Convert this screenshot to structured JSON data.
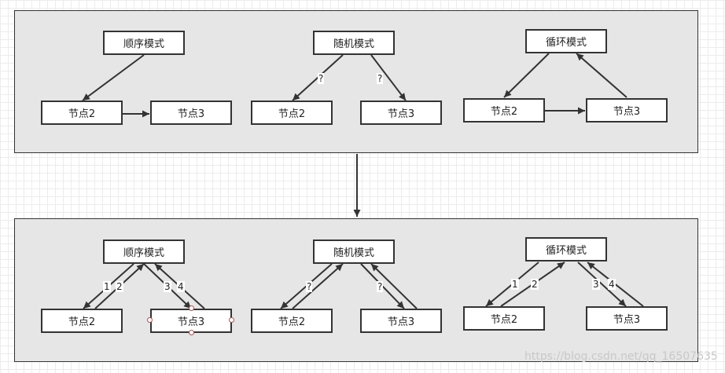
{
  "top": {
    "sequential": {
      "mode": "顺序模式",
      "node_a": "节点2",
      "node_b": "节点3"
    },
    "random": {
      "mode": "随机模式",
      "node_a": "节点2",
      "node_b": "节点3",
      "edge_label_left": "?",
      "edge_label_right": "?"
    },
    "cycle": {
      "mode": "循环模式",
      "node_a": "节点2",
      "node_b": "节点3"
    }
  },
  "bottom": {
    "sequential": {
      "mode": "顺序模式",
      "node_a": "节点2",
      "node_b": "节点3",
      "edge_labels": [
        "1",
        "2",
        "3",
        "4"
      ]
    },
    "random": {
      "mode": "随机模式",
      "node_a": "节点2",
      "node_b": "节点3",
      "edge_label_left": "?",
      "edge_label_right": "?"
    },
    "cycle": {
      "mode": "循环模式",
      "node_a": "节点2",
      "node_b": "节点3",
      "edge_labels": [
        "1",
        "2",
        "3",
        "4"
      ]
    }
  },
  "watermark": "https://blog.csdn.net/qq_16507635"
}
